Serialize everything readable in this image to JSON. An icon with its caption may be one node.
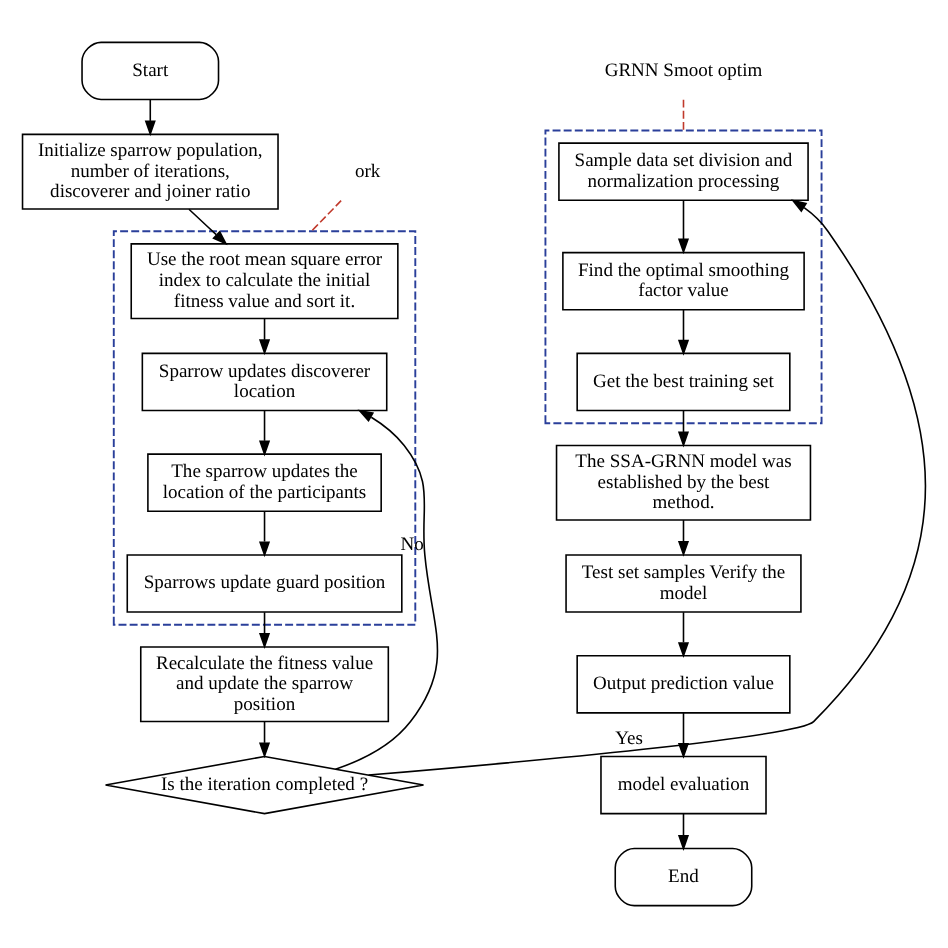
{
  "diagram": {
    "nodes": [
      {
        "text": [
          "Start"
        ]
      },
      {
        "text": [
          "Initialize sparrow population, number of iterations, discoverer and joiner ratio"
        ]
      },
      {
        "text": [],
        "shape": "box"
      },
      {
        "text": [
          "Use the root mean square error index to calculate the initial fitness value and sort it."
        ],
        "in": 2
      },
      {
        "text": [
          "Sparrow updates discoverer location"
        ],
        "in": 2
      },
      {
        "text": [
          "The sparrow updates the location of the participants"
        ],
        "in": 2
      },
      {
        "text": [
          "Sparrows update guard position"
        ],
        "in": 2
      },
      {
        "text": [
          "Recalculate the fitness value and update the sparrow position"
        ]
      },
      {
        "text": [
          "Is the iteration completed ?"
        ]
      },
      {
        "text": [],
        "shape": "box"
      },
      {
        "text": [
          "Sample data set division and normalization processing"
        ],
        "in": 9
      },
      {
        "text": [
          "Find the optimal smoothing factor value"
        ],
        "in": 9
      },
      {
        "text": [
          "Get the best training set"
        ],
        "in": 9
      },
      {
        "text": [
          "The SSA-GRNN model was established by the best method."
        ]
      },
      {
        "text": [
          "Test set samples Verify the model"
        ]
      },
      {
        "text": [
          "Output prediction value"
        ]
      },
      {
        "text": [
          "model evaluation"
        ]
      },
      {
        "text": [
          "End"
        ]
      },
      {
        "text": [
          "ork"
        ]
      },
      {
        "text": [
          "GRNN Smoot optim"
        ]
      }
    ],
    "edges": [
      {
        "from": 0,
        "to": 1,
        "arrow": "to"
      },
      {
        "from": 1,
        "to": 3,
        "arrow": "to"
      },
      {
        "from": 3,
        "to": 4,
        "arrow": "to"
      },
      {
        "from": 4,
        "to": 5,
        "arrow": "to"
      },
      {
        "from": 5,
        "to": 6,
        "arrow": "to"
      },
      {
        "from": 6,
        "to": 7,
        "arrow": "to"
      },
      {
        "from": 7,
        "to": 8,
        "arrow": "to"
      },
      {
        "from": 8,
        "to": 4,
        "arrow": "to",
        "label": "No"
      },
      {
        "from": 8,
        "to": 10,
        "arrow": "to",
        "label": "Yes"
      },
      {
        "from": 10,
        "to": 11,
        "arrow": "to"
      },
      {
        "from": 11,
        "to": 12,
        "arrow": "to"
      },
      {
        "from": 12,
        "to": 13,
        "arrow": "to"
      },
      {
        "from": 13,
        "to": 14,
        "arrow": "to"
      },
      {
        "from": 14,
        "to": 15,
        "arrow": "to"
      },
      {
        "from": 15,
        "to": 16,
        "arrow": "to"
      },
      {
        "from": 16,
        "to": 17,
        "arrow": "to"
      },
      {
        "from": 18,
        "to": 2,
        "arrow": "none",
        "style": "dashed",
        "color": "#c0392b"
      },
      {
        "from": 19,
        "to": 9,
        "arrow": "none",
        "style": "dashed",
        "color": "#c0392b"
      }
    ]
  }
}
